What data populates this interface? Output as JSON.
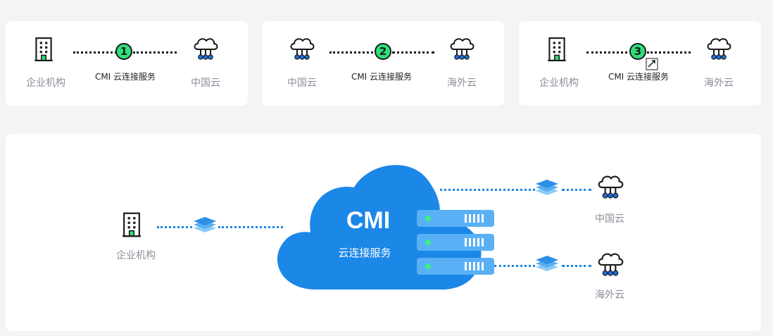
{
  "cards": [
    {
      "step": "1",
      "left_label": "企业机构",
      "service_label": "CMI 云连接服务",
      "right_label": "中国云"
    },
    {
      "step": "2",
      "left_label": "中国云",
      "service_label": "CMI 云连接服务",
      "right_label": "海外云"
    },
    {
      "step": "3",
      "left_label": "企业机构",
      "service_label": "CMI 云连接服务",
      "right_label": "海外云"
    }
  ],
  "main": {
    "cloud_title": "CMI",
    "cloud_subtitle": "云连接服务",
    "left_label": "企业机构",
    "right_top_label": "中国云",
    "right_bottom_label": "海外云"
  },
  "colors": {
    "badge_green": "#2ee07a",
    "cloud_blue": "#1b87e6",
    "server_blue": "#5ab0f5",
    "label_gray": "#8a8f99",
    "background": "#f3f4f6"
  },
  "icons": [
    "building-icon",
    "cloud-network-icon",
    "layers-icon",
    "server-stack-icon"
  ]
}
